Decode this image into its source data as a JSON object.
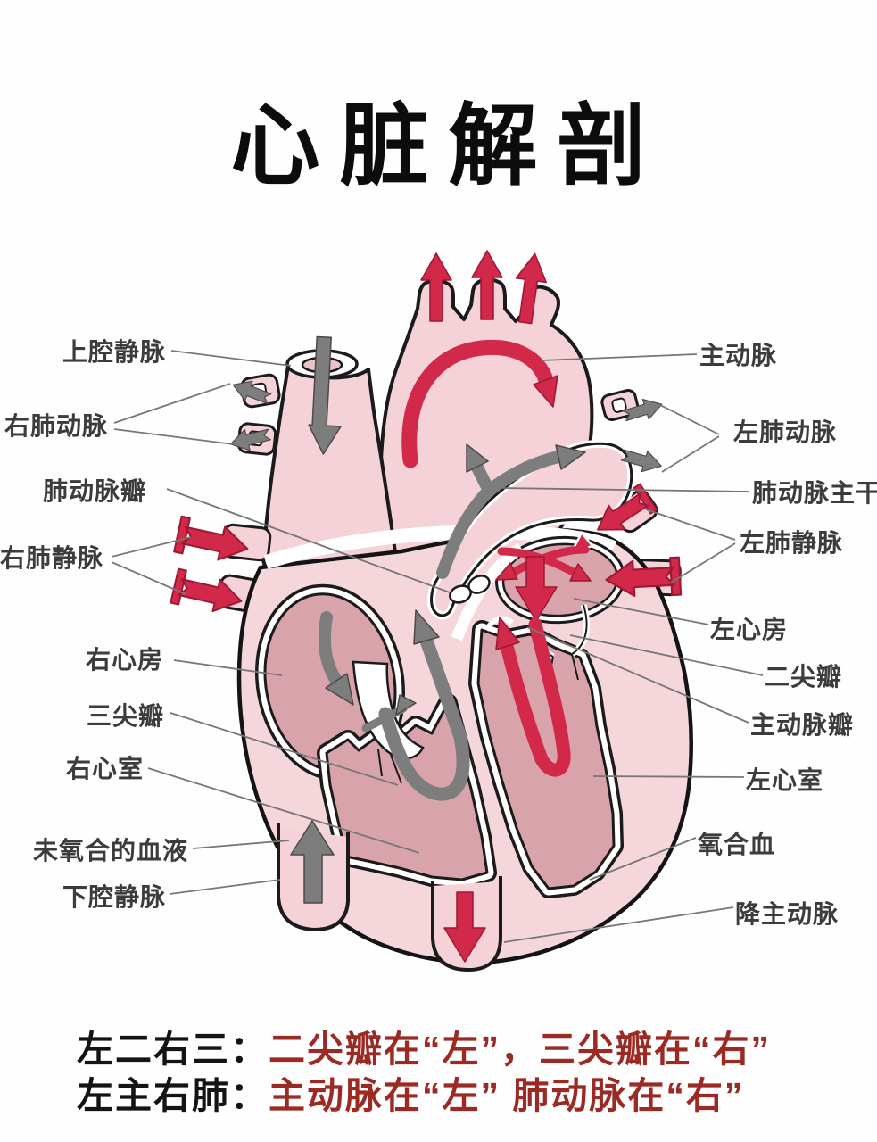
{
  "title": "心脏解剖",
  "labels": {
    "superior_vena_cava": "上腔静脉",
    "right_pulmonary_artery": "右肺动脉",
    "pulmonary_valve": "肺动脉瓣",
    "right_pulmonary_vein": "右肺静脉",
    "right_atrium": "右心房",
    "tricuspid_valve": "三尖瓣",
    "right_ventricle": "右心室",
    "deoxygenated_blood": "未氧合的血液",
    "inferior_vena_cava": "下腔静脉",
    "aorta": "主动脉",
    "left_pulmonary_artery": "左肺动脉",
    "pulmonary_trunk": "肺动脉主干",
    "left_pulmonary_vein": "左肺静脉",
    "left_atrium": "左心房",
    "mitral_valve": "二尖瓣",
    "aortic_valve": "主动脉瓣",
    "left_ventricle": "左心室",
    "oxygenated_blood": "氧合血",
    "descending_aorta": "降主动脉"
  },
  "notes": [
    {
      "prefix": "左二右三：",
      "body": "二尖瓣在“左”，三尖瓣在“右”"
    },
    {
      "prefix": "左主右肺：",
      "body": "主动脉在“左” 肺动脉在“右”"
    }
  ],
  "colors": {
    "background": "#ffffff",
    "outline_black": "#1b1b1b",
    "vessel_pink": "#f4d2d8",
    "chamber_pink": "#d9a3ab",
    "flow_red": "#d2294a",
    "flow_gray": "#7d7d7d",
    "leader_gray": "#767676",
    "label_text": "#3c3c3c",
    "title_text": "#0c0c0c",
    "note_prefix_black": "#141414",
    "note_red": "#9c2a24"
  }
}
